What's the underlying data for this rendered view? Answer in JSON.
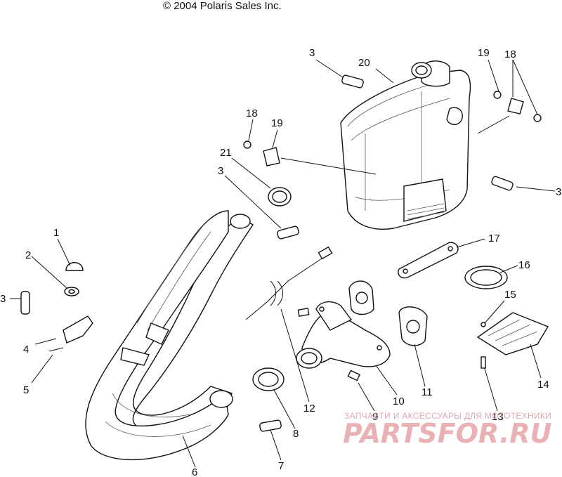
{
  "copyright": "© 2004 Polaris Sales Inc.",
  "callouts": [
    "1",
    "2",
    "3",
    "3",
    "3",
    "3",
    "4",
    "5",
    "6",
    "7",
    "8",
    "9",
    "10",
    "11",
    "12",
    "13",
    "14",
    "15",
    "16",
    "17",
    "18",
    "18",
    "19",
    "19",
    "20",
    "21"
  ],
  "watermark": {
    "small": "ЗАПЧАСТИ И АКСЕССУАРЫ ДЛЯ МОТОТЕХНИКИ",
    "big": "PARTSFOR.RU"
  }
}
